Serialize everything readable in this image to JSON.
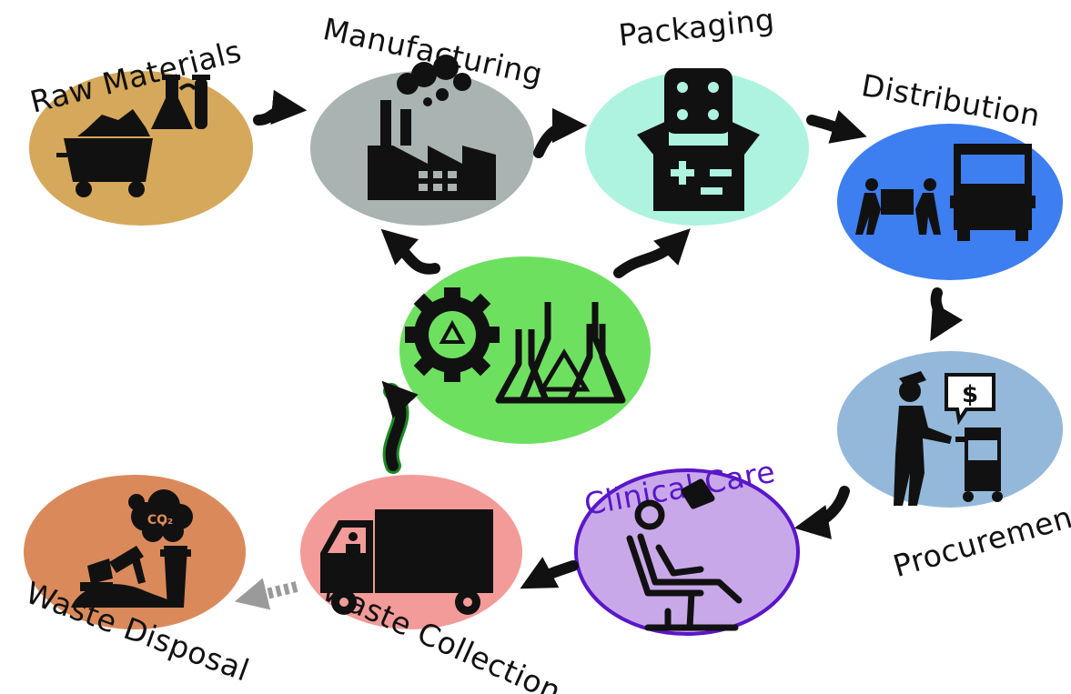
{
  "stages": {
    "raw_materials": {
      "label": "Raw Materials",
      "color": "#d6a85b"
    },
    "manufacturing": {
      "label": "Manufacturing",
      "color": "#a9b3b1"
    },
    "packaging": {
      "label": "Packaging",
      "color": "#aef3e0"
    },
    "distribution": {
      "label": "Distribution",
      "color": "#3d7ef0"
    },
    "procurement": {
      "label": "Procurement",
      "color": "#93b8da"
    },
    "clinical_care": {
      "label": "Clinical Care",
      "color": "#c9a8ea",
      "text_color": "#5a16c9"
    },
    "waste_collection": {
      "label": "Waste Collection",
      "color": "#f39b98"
    },
    "waste_disposal": {
      "label": "Waste Disposal",
      "color": "#da8a5a"
    },
    "recycling": {
      "color": "#6ee060"
    }
  },
  "icons": {
    "raw_materials": "mine-cart-flask-icon",
    "manufacturing": "factory-icon",
    "packaging": "medical-box-icon",
    "distribution": "delivery-truck-icon",
    "procurement": "purchase-cart-icon",
    "clinical_care": "patient-chair-icon",
    "waste_collection": "waste-truck-icon",
    "waste_disposal": "landfill-co2-icon",
    "recycling": "recycle-gear-flask-icon",
    "co2_text": "CO₂",
    "dollar_text": "$"
  }
}
